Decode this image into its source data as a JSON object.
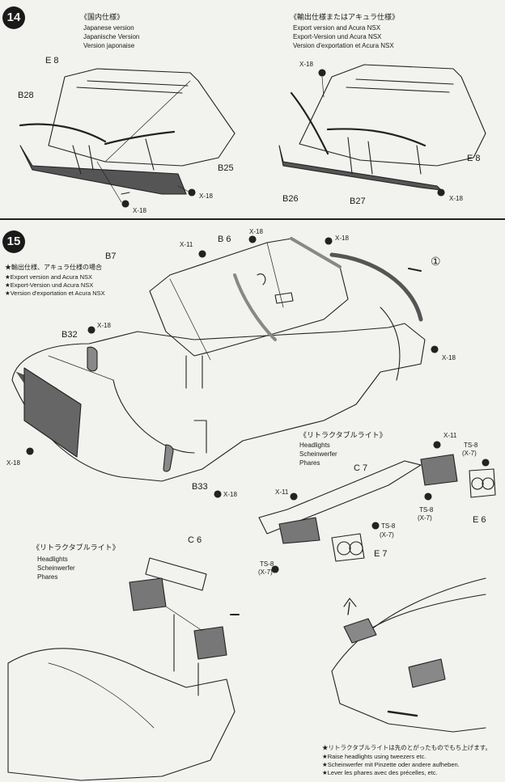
{
  "step14": {
    "number": "14",
    "left_heading": "《国内仕様》",
    "left_lines": [
      "Japanese version",
      "Japanische Version",
      "Version japonaise"
    ],
    "right_heading": "《輸出仕様またはアキュラ仕様》",
    "right_lines": [
      "Export version and Acura NSX",
      "Export-Version und Acura NSX",
      "Version d'exportation et Acura NSX"
    ],
    "parts": {
      "e8_left": "E 8",
      "b28": "B28",
      "b25": "B25",
      "x18_l1": "X-18",
      "x18_l2": "X-18",
      "x18_r1": "X-18",
      "e8_right": "E 8",
      "b26": "B26",
      "b27": "B27",
      "x18_r2": "X-18"
    }
  },
  "step15": {
    "number": "15",
    "note_lines": [
      "★輸出仕様、アキュラ仕様の場合",
      "★Export version and Acura NSX",
      "★Export-Version und Acura NSX",
      "★Version d'exportation et Acura NSX"
    ],
    "parts": {
      "b7": "B7",
      "b6": "B 6",
      "x11_a": "X-11",
      "x18_a": "X-18",
      "x18_b": "X-18",
      "circle1": "①",
      "b32": "B32",
      "x18_c": "X-18",
      "x18_d": "X-18",
      "x18_e": "X-18",
      "b33": "B33",
      "x18_f": "X-18"
    }
  },
  "headlights_right": {
    "heading": "《リトラクタブルライト》",
    "lines": [
      "Headlights",
      "Scheinwerfer",
      "Phares"
    ],
    "parts": {
      "c7": "C 7",
      "x11_a": "X-11",
      "ts8_a": "TS-8",
      "x7_a": "(X-7)",
      "ts8_b": "TS-8",
      "x7_b": "(X-7)",
      "e6": "E 6",
      "x11_b": "X-11",
      "ts8_c": "TS-8",
      "x7_c": "(X-7)",
      "e7": "E 7",
      "ts8_d": "TS-8",
      "x7_d": "(X-7)"
    }
  },
  "headlights_left": {
    "heading": "《リトラクタブルライト》",
    "lines": [
      "Headlights",
      "Scheinwerfer",
      "Phares"
    ],
    "parts": {
      "c6": "C 6"
    }
  },
  "raise_note": {
    "lines": [
      "★リトラクタブルライトは先のとがったものでもち上げます。",
      "★Raise headlights using tweezers etc.",
      "★Scheinwerfer mit Pinzette oder andere aufheben.",
      "★Lever les phares avec des précelles, etc."
    ]
  }
}
